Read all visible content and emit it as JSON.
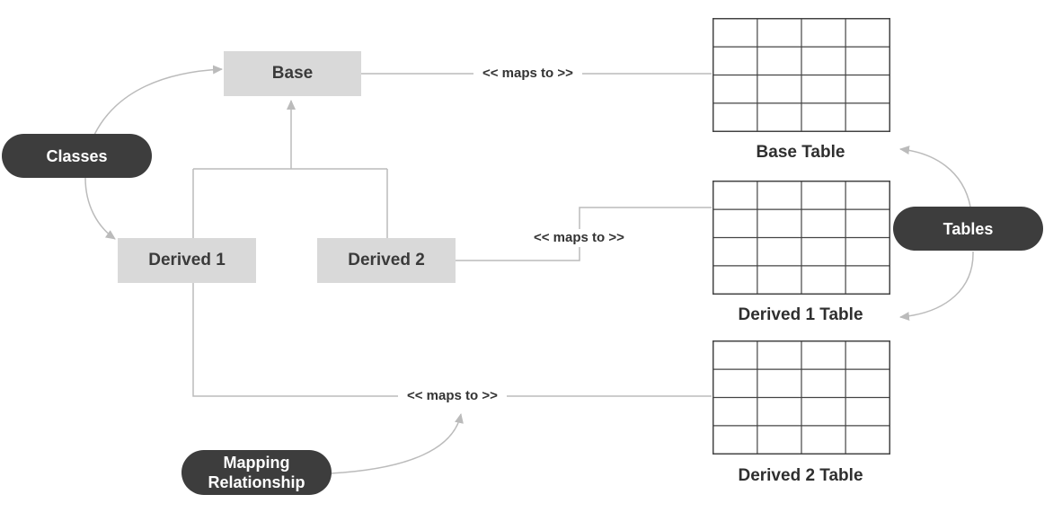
{
  "classes": {
    "base": "Base",
    "derived1": "Derived 1",
    "derived2": "Derived 2"
  },
  "pills": {
    "classes": "Classes",
    "tables": "Tables",
    "mapping_line1": "Mapping",
    "mapping_line2": "Relationship"
  },
  "maps_label": "<< maps to >>",
  "tables": {
    "base": "Base Table",
    "derived1": "Derived 1 Table",
    "derived2": "Derived 2 Table",
    "rows": 4,
    "cols": 4
  },
  "colors": {
    "class_box": "#d9d9d9",
    "pill": "#3d3d3d",
    "connector": "#bbbbbb",
    "grid": "#444444"
  }
}
